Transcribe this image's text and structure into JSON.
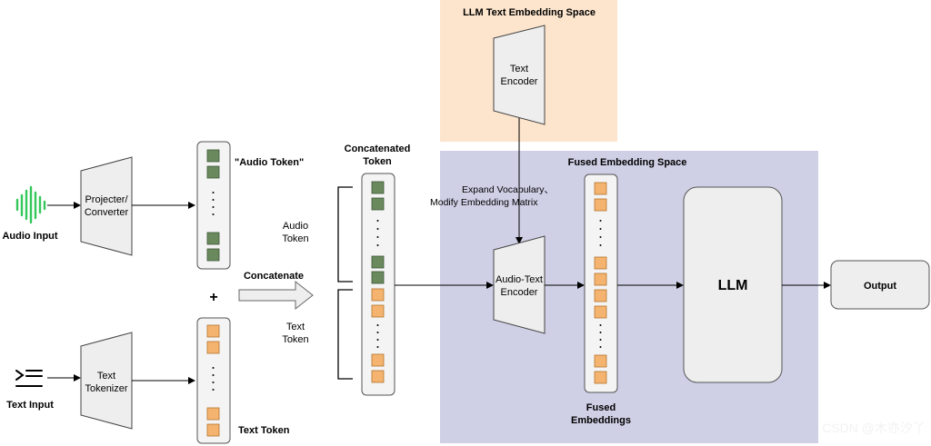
{
  "regions": {
    "llm_text_space": "LLM Text Embedding Space",
    "fused_space": "Fused Embedding Space"
  },
  "inputs": {
    "audio": "Audio Input",
    "text": "Text Input"
  },
  "modules": {
    "projector": [
      "Projecter/",
      "Converter"
    ],
    "tokenizer": [
      "Text",
      "Tokenizer"
    ],
    "text_encoder": [
      "Text",
      "Encoder"
    ],
    "audio_text_encoder": [
      "Audio-Text",
      "Encoder"
    ],
    "llm": "LLM",
    "output": "Output"
  },
  "labels": {
    "audio_token": "\"Audio Token\"",
    "text_token": "Text Token",
    "plus": "+",
    "concatenate": "Concatenate",
    "concatenated_token": [
      "Concatenated",
      "Token"
    ],
    "audio_token_brace": [
      "Audio",
      "Token"
    ],
    "text_token_brace": [
      "Text",
      "Token"
    ],
    "expand_vocab": [
      "Expand Vocabulary、",
      "Modify Embedding Matrix"
    ],
    "fused_embeddings": [
      "Fused",
      "Embeddings"
    ]
  },
  "watermark": "CSDN @木亦汐丫",
  "colors": {
    "audio_token": "#6a8a5e",
    "text_token": "#f4b36f",
    "llm_text_region": "#fde5cd",
    "fused_region": "#cfcfe6",
    "waveform": "#34c759"
  }
}
